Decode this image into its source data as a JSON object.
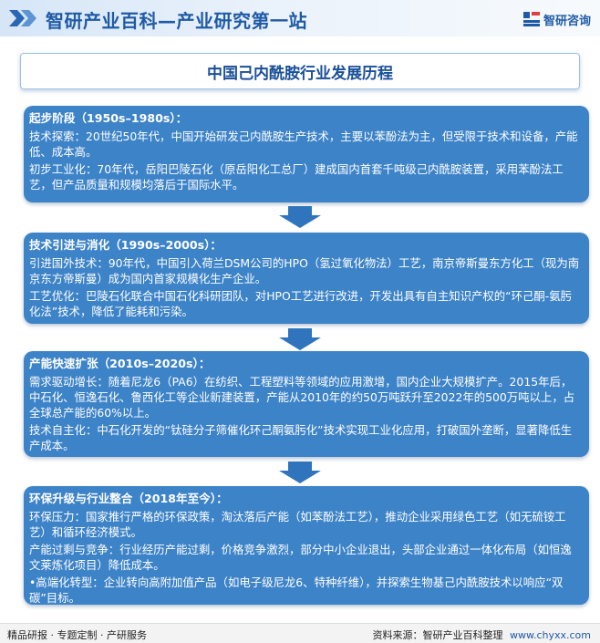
{
  "header": {
    "title": "智研产业百科—产业研究第一站",
    "brand": "智研咨询"
  },
  "page_title": "中国己内酰胺行业发展历程",
  "sections": [
    {
      "title": "起步阶段（1950s–1980s）：",
      "paras": [
        "技术探索：20世纪50年代，中国开始研发己内酰胺生产技术，主要以苯酚法为主，但受限于技术和设备，产能低、成本高。",
        "初步工业化：70年代，岳阳巴陵石化（原岳阳化工总厂）建成国内首套千吨级己内酰胺装置，采用苯酚法工艺，但产品质量和规模均落后于国际水平。"
      ]
    },
    {
      "title": "技术引进与消化（1990s–2000s）：",
      "paras": [
        "引进国外技术：90年代，中国引入荷兰DSM公司的HPO（氢过氧化物法）工艺，南京帝斯曼东方化工（现为南京东方帝斯曼）成为国内首家规模化生产企业。",
        "工艺优化：巴陵石化联合中国石化科研团队，对HPO工艺进行改进，开发出具有自主知识产权的“环己酮-氨肟化法”技术，降低了能耗和污染。"
      ]
    },
    {
      "title": "产能快速扩张（2010s–2020s）：",
      "paras": [
        "需求驱动增长：随着尼龙6（PA6）在纺织、工程塑料等领域的应用激增，国内企业大规模扩产。2015年后，中石化、恒逸石化、鲁西化工等企业新建装置，产能从2010年的约50万吨跃升至2022年的500万吨以上，占全球总产能的60%以上。",
        "技术自主化：中石化开发的“钛硅分子筛催化环己酮氨肟化”技术实现工业化应用，打破国外垄断，显著降低生产成本。"
      ]
    },
    {
      "title": "环保升级与行业整合（2018年至今）：",
      "paras": [
        "环保压力：国家推行严格的环保政策，淘汰落后产能（如苯酚法工艺），推动企业采用绿色工艺（如无硫铵工艺）和循环经济模式。",
        "产能过剩与竞争：行业经历产能过剩，价格竞争激烈，部分中小企业退出，头部企业通过一体化布局（如恒逸文莱炼化项目）降低成本。",
        "•高端化转型：企业转向高附加值产品（如电子级尼龙6、特种纤维），并探索生物基己内酰胺技术以响应“双碳”目标。"
      ]
    }
  ],
  "footer": {
    "left": "精品研报 · 专题定制 · 产研服务",
    "source_label": "资料来源：智研产业百科整理",
    "url": "www.chyxx.com"
  },
  "colors": {
    "card": "#3d83c8",
    "accent": "#1f5aa6"
  }
}
